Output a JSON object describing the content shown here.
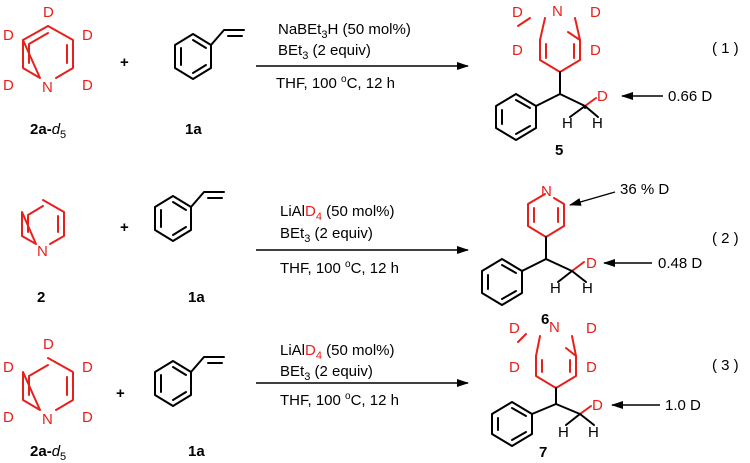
{
  "atoms": {
    "D": "D",
    "N": "N",
    "H": "H"
  },
  "plus": "+",
  "reactions": [
    {
      "tag": "( 1 )",
      "reagent_1_main": "NaBEt",
      "reagent_1_sub": "3",
      "reagent_1_tail": "H (50 mol%)",
      "reagent_2_main": "BEt",
      "reagent_2_sub": "3",
      "reagent_2_tail": " (2 equiv)",
      "cond_main": "THF, 100 ",
      "cond_sup": "o",
      "cond_tail": "C, 12 h",
      "sm1_label_bold": "2a",
      "sm1_label_dash": "-",
      "sm1_label_ital": "d",
      "sm1_label_sub": "5",
      "sm2_label": "1a",
      "product_label": "5",
      "annotation_ch2": "0.66  D"
    },
    {
      "tag": "( 2 )",
      "reagent_1_main": "LiAl",
      "reagent_1_red": "D",
      "reagent_1_red_sub": "4",
      "reagent_1_tail": " (50 mol%)",
      "reagent_2_main": "BEt",
      "reagent_2_sub": "3",
      "reagent_2_tail": " (2 equiv)",
      "cond_main": "THF, 100 ",
      "cond_sup": "o",
      "cond_tail": "C, 12 h",
      "sm1_label": "2",
      "sm2_label": "1a",
      "product_label": "6",
      "annotation_ring": "36 % D",
      "annotation_ch2": "0.48 D"
    },
    {
      "tag": "( 3 )",
      "reagent_1_main": "LiAl",
      "reagent_1_red": "D",
      "reagent_1_red_sub": "4",
      "reagent_1_tail": " (50 mol%)",
      "reagent_2_main": "BEt",
      "reagent_2_sub": "3",
      "reagent_2_tail": " (2 equiv)",
      "cond_main": "THF, 100 ",
      "cond_sup": "o",
      "cond_tail": "C, 12 h",
      "sm1_label_bold": "2a",
      "sm1_label_dash": "-",
      "sm1_label_ital": "d",
      "sm1_label_sub": "5",
      "sm2_label": "1a",
      "product_label": "7",
      "annotation_ch2": "1.0 D"
    }
  ],
  "colors": {
    "deuterium_highlight": "#e8201c",
    "text": "#000000"
  }
}
